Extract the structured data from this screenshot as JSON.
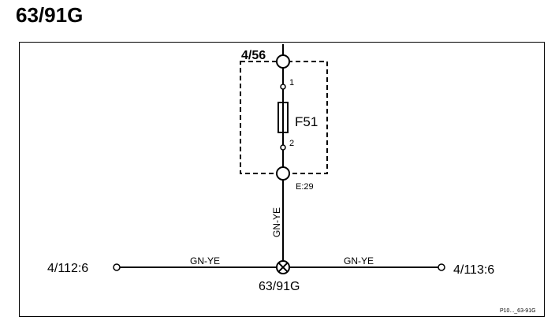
{
  "title": "63/91G",
  "diagram": {
    "top_connector": "4/56",
    "pin_top": "1",
    "fuse_label": "F51",
    "pin_bottom": "2",
    "bottom_connector": "E:29",
    "vertical_wire": "GN-YE",
    "left_connector": "4/112:6",
    "left_wire": "GN-YE",
    "splice_label": "63/91G",
    "right_wire": "GN-YE",
    "right_connector": "4/113:6",
    "reference": "P10..._63-91G"
  }
}
